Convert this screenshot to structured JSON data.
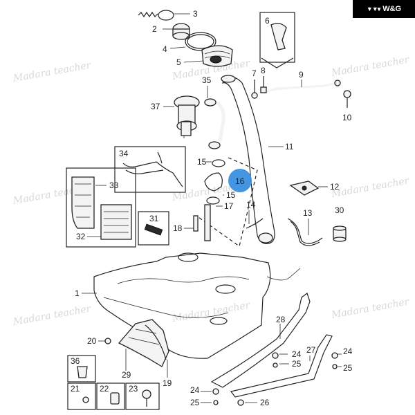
{
  "brand": {
    "text": "W&G"
  },
  "watermark": "Madara teacher",
  "labels": [
    "1",
    "2",
    "3",
    "4",
    "5",
    "6",
    "7",
    "8",
    "9",
    "10",
    "11",
    "12",
    "13",
    "14",
    "15",
    "15",
    "16",
    "17",
    "18",
    "19",
    "20",
    "21",
    "22",
    "23",
    "24",
    "24",
    "24",
    "25",
    "25",
    "25",
    "26",
    "27",
    "28",
    "29",
    "30",
    "31",
    "32",
    "33",
    "34",
    "35",
    "36",
    "37"
  ],
  "highlight": {
    "label": "16",
    "color": "#3a8fe0"
  }
}
